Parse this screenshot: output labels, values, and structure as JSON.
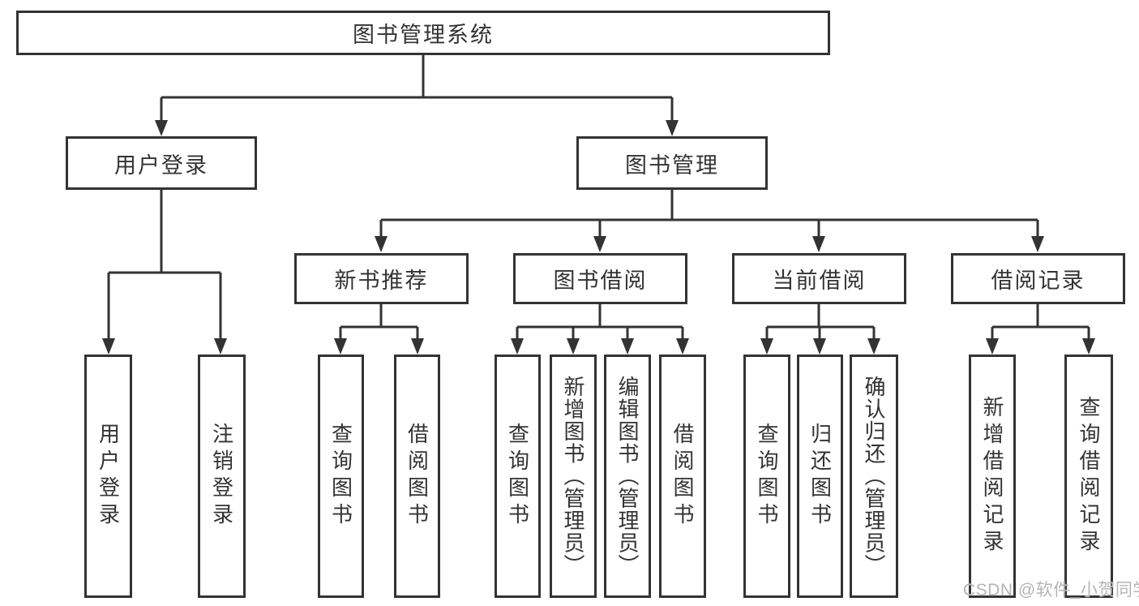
{
  "diagram_title": "图书管理系统",
  "tree": {
    "label": "图书管理系统",
    "children": [
      {
        "label": "用户登录",
        "children": [
          {
            "label": "用户登录"
          },
          {
            "label": "注销登录"
          }
        ]
      },
      {
        "label": "图书管理",
        "children": [
          {
            "label": "新书推荐",
            "children": [
              {
                "label": "查询图书"
              },
              {
                "label": "借阅图书"
              }
            ]
          },
          {
            "label": "图书借阅",
            "children": [
              {
                "label": "查询图书"
              },
              {
                "label": "新增图书（管理员）"
              },
              {
                "label": "编辑图书（管理员）"
              },
              {
                "label": "借阅图书"
              }
            ]
          },
          {
            "label": "当前借阅",
            "children": [
              {
                "label": "查询图书"
              },
              {
                "label": "归还图书"
              },
              {
                "label": "确认归还（管理员）"
              }
            ]
          },
          {
            "label": "借阅记录",
            "children": [
              {
                "label": "新增借阅记录"
              },
              {
                "label": "查询借阅记录"
              }
            ]
          }
        ]
      }
    ]
  },
  "watermark": {
    "text": "CSDN @软件_小贺同学",
    "color": "#b5b5b5"
  },
  "colors": {
    "background": "#ffffff",
    "box_border": "#333333",
    "connector": "#333333",
    "text": "#333333"
  }
}
